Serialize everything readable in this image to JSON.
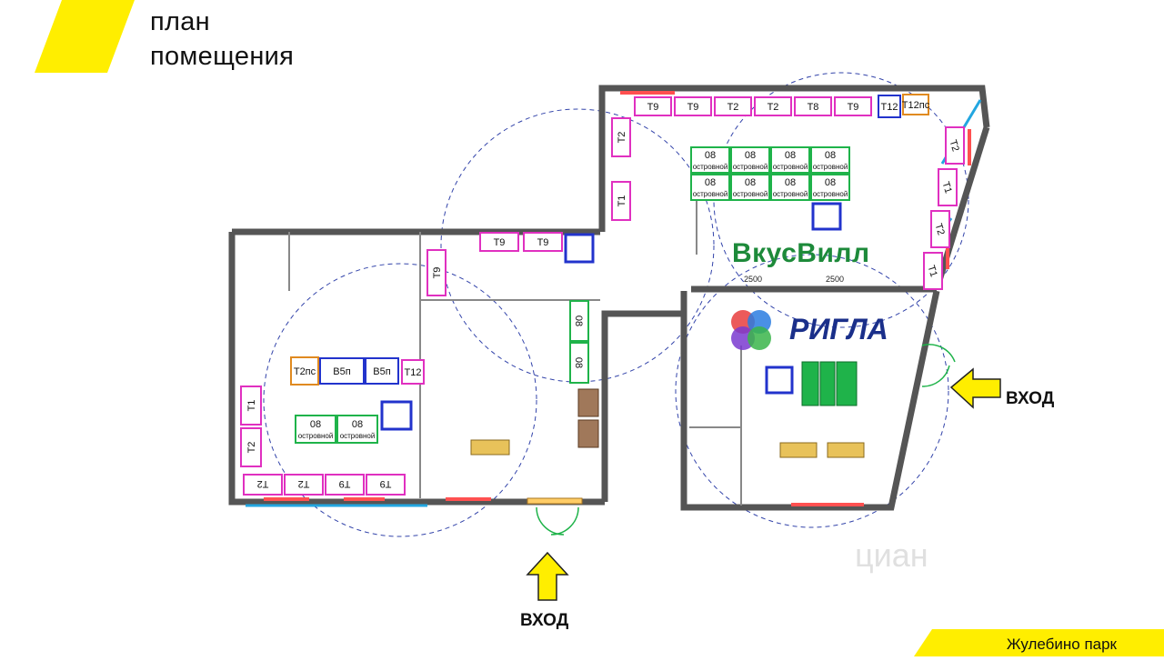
{
  "header": {
    "title_line1": "план",
    "title_line2": "помещения"
  },
  "footer": {
    "location": "Жулебино парк"
  },
  "entrances": {
    "entrance_bottom": "ВХОД",
    "entrance_right": "ВХОД"
  },
  "brands": {
    "vkusvill": "ВкусВилл",
    "rigla": "РИГЛА"
  },
  "watermark": "циан",
  "plan_labels": {
    "top_row": [
      "Т9",
      "Т9",
      "Т2",
      "Т2",
      "Т8",
      "Т9"
    ],
    "top_corner": [
      "Т12",
      "Т12пс"
    ],
    "islands_right": [
      "08",
      "08",
      "08",
      "08",
      "08",
      "08",
      "08",
      "08"
    ],
    "island_sub": "островной",
    "left_t2": [
      "Т2",
      "Т1"
    ],
    "right_wall": [
      "Т2",
      "Т1",
      "Т2",
      "Т1"
    ],
    "mid_row": [
      "Т9",
      "Т9"
    ],
    "mid_col": [
      "Т9"
    ],
    "left_row_bottom": [
      "Т2",
      "Т2",
      "Т9",
      "Т9"
    ],
    "left_wall": [
      "Т1",
      "Т2"
    ],
    "left_islands": [
      "08",
      "08"
    ],
    "left_shelf": [
      "Т2пс",
      "В5п",
      "В5п",
      "Т12"
    ],
    "mid_vert": [
      "08",
      "08"
    ],
    "dim": [
      "2500",
      "2500"
    ]
  },
  "colors": {
    "accent_yellow": "#ffee00",
    "magenta": "#e030c0",
    "green": "#1fb34a",
    "blue": "#2233cc",
    "wall": "#555555"
  }
}
